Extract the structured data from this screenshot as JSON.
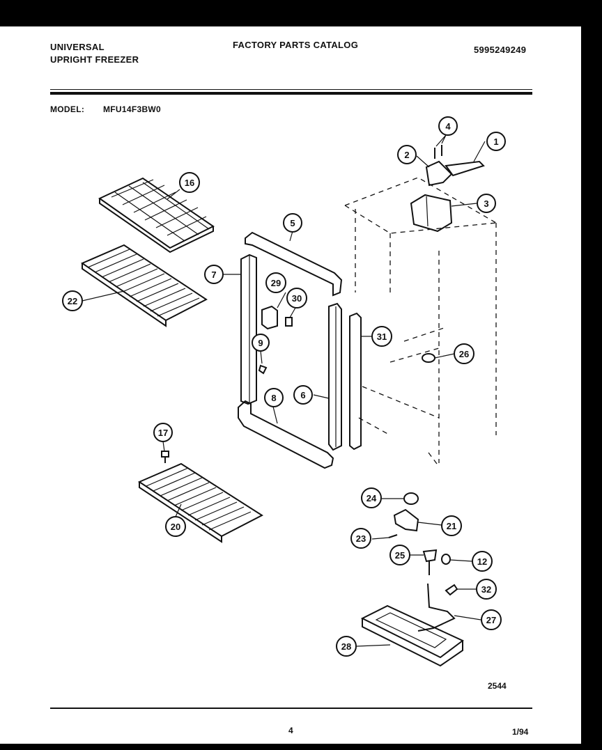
{
  "header": {
    "brand_line1": "UNIVERSAL",
    "brand_line2": "UPRIGHT FREEZER",
    "catalog_title": "FACTORY PARTS CATALOG",
    "catalog_number": "5995249249",
    "model_label": "MODEL:",
    "model_value": "MFU14F3BW0"
  },
  "callouts": [
    "1",
    "2",
    "3",
    "4",
    "5",
    "6",
    "7",
    "8",
    "9",
    "12",
    "16",
    "17",
    "20",
    "21",
    "22",
    "23",
    "24",
    "25",
    "26",
    "27",
    "28",
    "29",
    "30",
    "31",
    "32"
  ],
  "diagram_code": "2544",
  "footer": {
    "page_number": "4",
    "date": "1/94"
  }
}
